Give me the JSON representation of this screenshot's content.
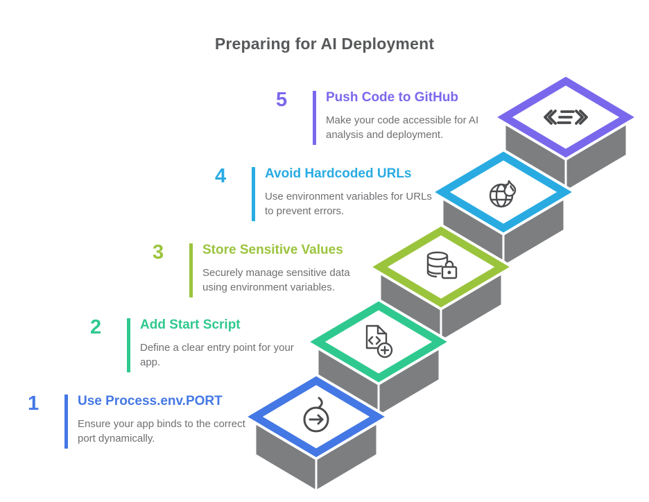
{
  "title": "Preparing for AI Deployment",
  "colors": {
    "background": "#FFFFFF",
    "edge_white": "#FFFFFF",
    "stair_gray": "#7D7E80",
    "title_text": "#57585A",
    "description_text": "#6E6F72",
    "icon": "#4A4B4D"
  },
  "steps": [
    {
      "number": "1",
      "title": "Use Process.env.PORT",
      "description": "Ensure your app binds to the correct port dynamically.",
      "color": "#4478E4",
      "icon": "arrow-loop-circle-icon"
    },
    {
      "number": "2",
      "title": "Add Start Script",
      "description": "Define a clear entry point for your app.",
      "color": "#2FC98F",
      "icon": "code-file-add-icon"
    },
    {
      "number": "3",
      "title": "Store Sensitive Values",
      "description": "Securely manage sensitive data using environment variables.",
      "color": "#9BC43D",
      "icon": "database-lock-icon"
    },
    {
      "number": "4",
      "title": "Avoid Hardcoded URLs",
      "description": "Use environment variables for URLs to prevent errors.",
      "color": "#29ABE2",
      "icon": "globe-flame-icon"
    },
    {
      "number": "5",
      "title": "Push Code to GitHub",
      "description": "Make your code accessible for AI analysis and deployment.",
      "color": "#7A68EC",
      "icon": "code-push-icon"
    }
  ]
}
